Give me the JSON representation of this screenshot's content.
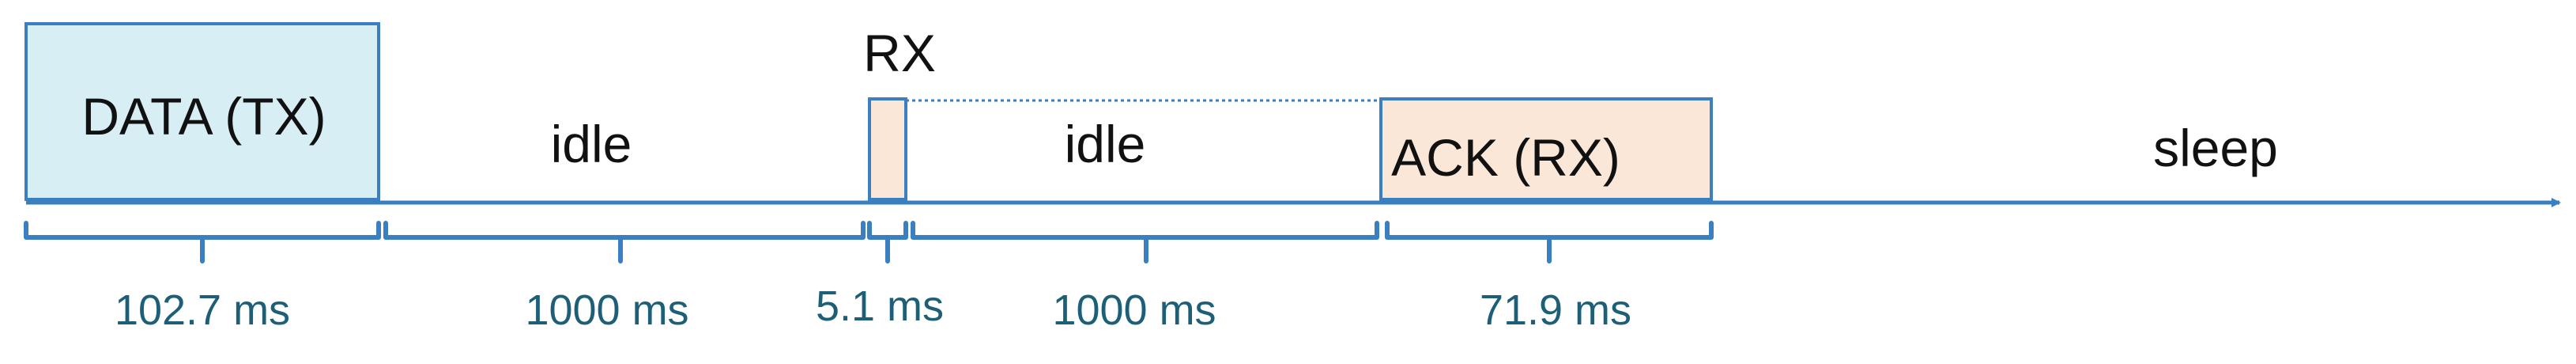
{
  "colors": {
    "axis": "#3a7fc0",
    "tx_fill": "#d7eef5",
    "rx_fill": "#fbe7d8",
    "box_stroke": "#3a7fc0",
    "duration_text": "#1e5f78",
    "label_text": "#111111"
  },
  "segments": [
    {
      "label": "DATA (TX)",
      "duration": "102.7 ms",
      "kind": "tx-box"
    },
    {
      "label": "idle",
      "duration": "1000 ms",
      "kind": "idle"
    },
    {
      "label": "RX",
      "duration": "5.1 ms",
      "kind": "rx-box"
    },
    {
      "label": "idle",
      "duration": "1000 ms",
      "kind": "idle"
    },
    {
      "label": "ACK (RX)",
      "duration": "71.9 ms",
      "kind": "rx-box"
    },
    {
      "label": "sleep",
      "duration": "",
      "kind": "sleep"
    }
  ]
}
